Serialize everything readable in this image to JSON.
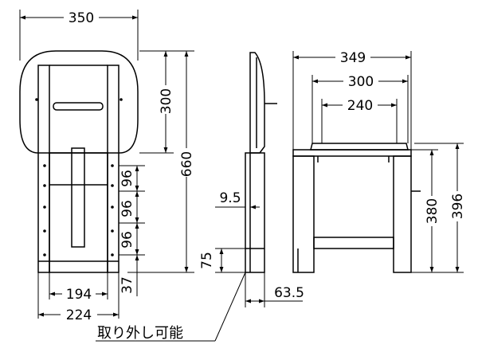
{
  "dimensions": {
    "front_top_width": "350",
    "backrest_height": "300",
    "total_height": "660",
    "pitch_1": "96",
    "pitch_2": "96",
    "pitch_3": "96",
    "bottom_offset": "37",
    "inner_width": "194",
    "outer_width": "224",
    "side_thickness": "9.5",
    "side_bottom_height": "75",
    "side_depth": "63.5",
    "seat_total_width": "349",
    "seat_frame_width": "300",
    "seat_cushion_width": "240",
    "seat_height": "380",
    "seat_total_height": "396"
  },
  "callout": {
    "detachable": "取り外し可能"
  }
}
